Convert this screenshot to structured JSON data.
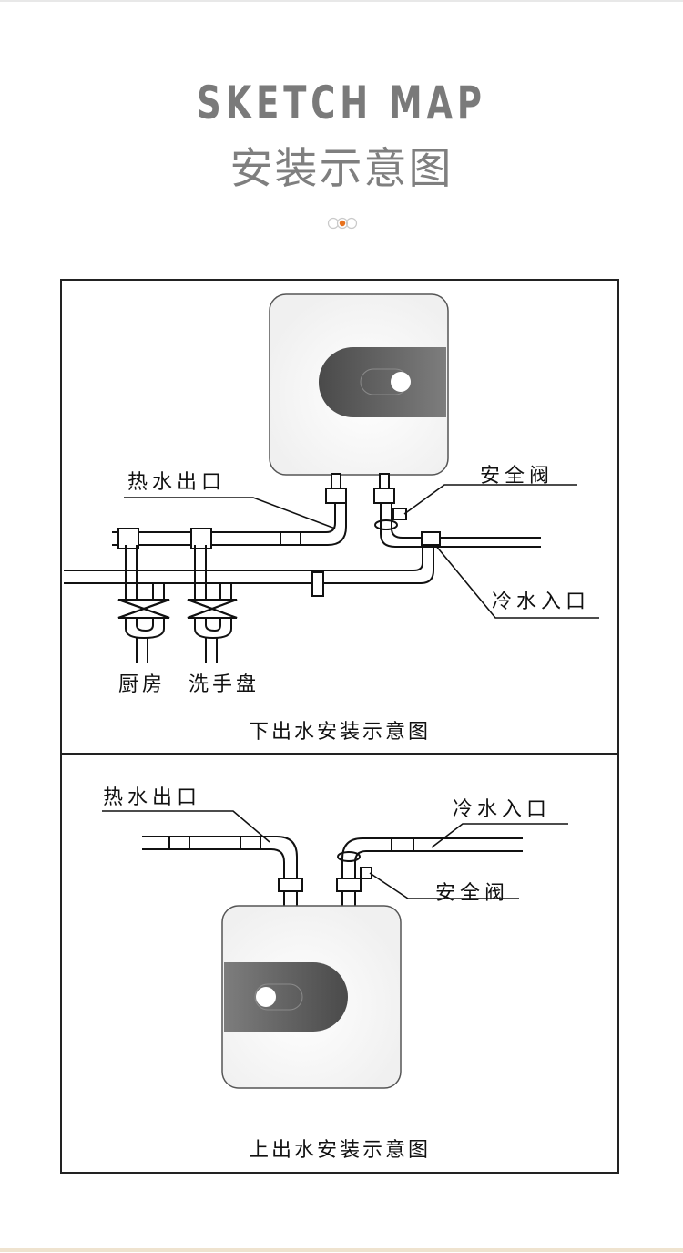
{
  "header": {
    "title_en": "SKETCH MAP",
    "title_cn": "安装示意图"
  },
  "bottom_panel": {
    "hot_out": "热水出口",
    "safety_valve": "安全阀",
    "cold_in": "冷水入口",
    "kitchen": "厨房",
    "washbasin": "洗手盘",
    "caption": "下出水安装示意图"
  },
  "top_panel": {
    "hot_out": "热水出口",
    "cold_in": "冷水入口",
    "safety_valve": "安全阀",
    "caption": "上出水安装示意图"
  },
  "colors": {
    "title": "#7a7a7a",
    "accent_dot": "#e8731f",
    "heater_band": "#6b6b6b",
    "line": "#111111"
  }
}
